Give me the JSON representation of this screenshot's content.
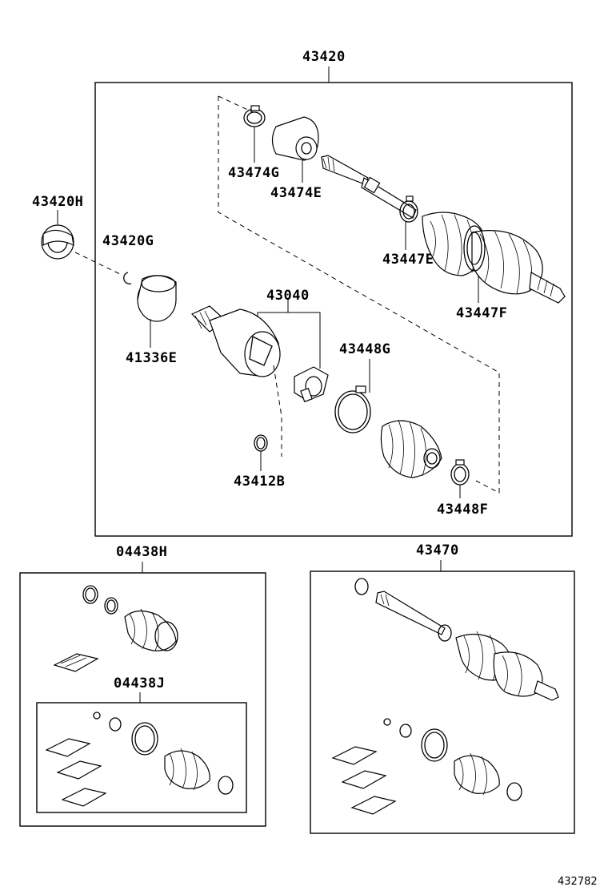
{
  "labels": {
    "assy_main": "43420",
    "seal_outer": "43420H",
    "snap_ring_g": "43420G",
    "dust_cover": "41336E",
    "boot_clamp_g": "43474G",
    "damper": "43474E",
    "boot_clamp_e": "43447E",
    "boot_outer": "43447F",
    "tulip_assy": "43040",
    "band_g": "43448G",
    "snap_ring_b": "43412B",
    "band_f": "43448F",
    "boot_kit_h": "04438H",
    "boot_kit_j": "04438J",
    "shaft_assy": "43470"
  },
  "figure_id": "432782"
}
